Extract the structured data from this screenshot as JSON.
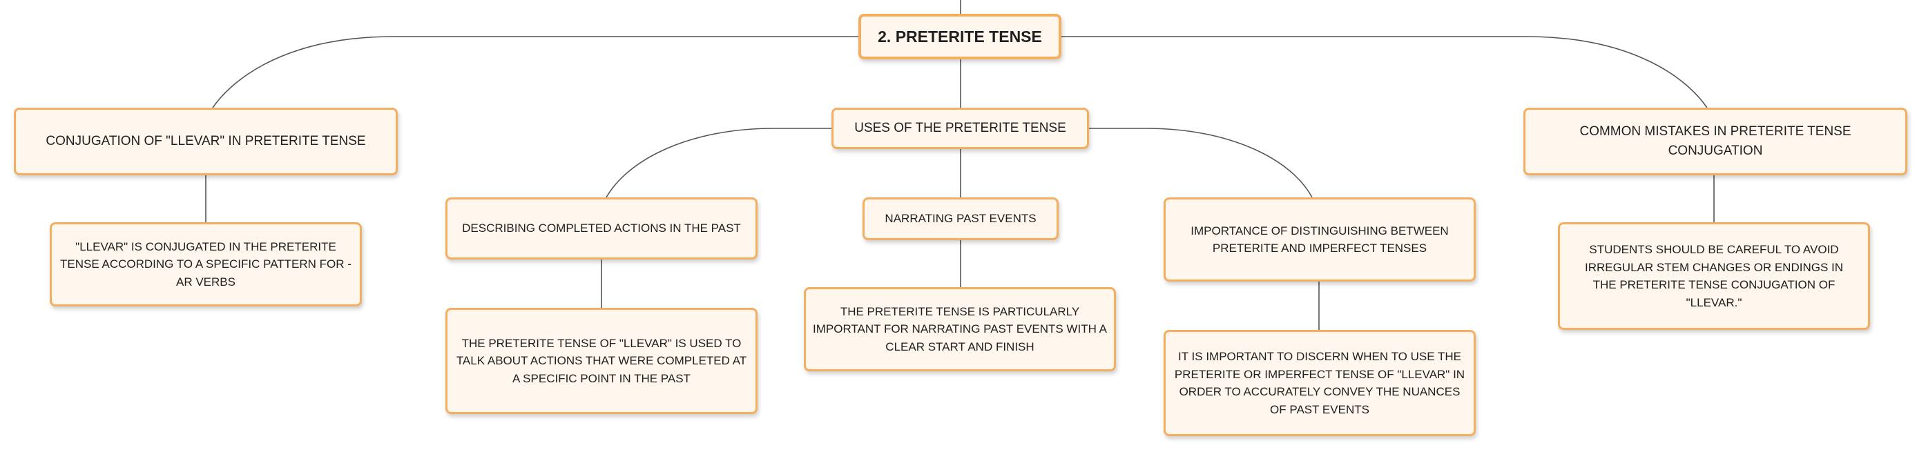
{
  "root": {
    "label": "2. PRETERITE TENSE"
  },
  "branches": {
    "conjugation": {
      "label": "CONJUGATION OF \"LLEVAR\" IN PRETERITE TENSE",
      "detail": "\"LLEVAR\" IS CONJUGATED IN THE PRETERITE TENSE ACCORDING TO A SPECIFIC PATTERN FOR -AR VERBS"
    },
    "uses": {
      "label": "USES OF THE PRETERITE TENSE",
      "children": [
        {
          "label": "DESCRIBING COMPLETED ACTIONS IN THE PAST",
          "detail": "THE PRETERITE TENSE OF \"LLEVAR\" IS USED TO TALK ABOUT ACTIONS THAT WERE COMPLETED AT A SPECIFIC POINT IN THE PAST"
        },
        {
          "label": "NARRATING PAST EVENTS",
          "detail": "THE PRETERITE TENSE IS PARTICULARLY IMPORTANT FOR NARRATING PAST EVENTS WITH A CLEAR START AND FINISH"
        },
        {
          "label": "IMPORTANCE OF DISTINGUISHING BETWEEN PRETERITE AND IMPERFECT TENSES",
          "detail": "IT IS IMPORTANT TO DISCERN WHEN TO USE THE PRETERITE OR IMPERFECT TENSE OF \"LLEVAR\" IN ORDER TO ACCURATELY CONVEY THE NUANCES OF PAST EVENTS"
        }
      ]
    },
    "mistakes": {
      "label": "COMMON MISTAKES IN PRETERITE TENSE CONJUGATION",
      "detail": "STUDENTS SHOULD BE CAREFUL TO AVOID IRREGULAR STEM CHANGES OR ENDINGS IN THE PRETERITE TENSE CONJUGATION OF \"LLEVAR.\""
    }
  },
  "colors": {
    "node_fill": "#fff6ee",
    "node_border": "#f4ae5f",
    "connector": "#555555",
    "text": "#1f1f1f"
  }
}
